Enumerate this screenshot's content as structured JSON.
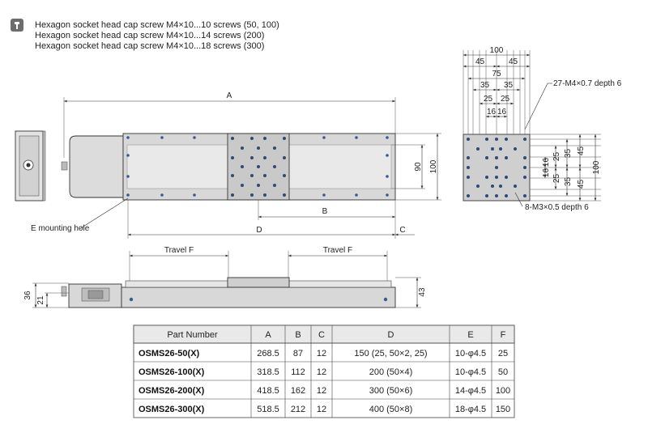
{
  "notes": {
    "icon": "screw-icon",
    "lines": [
      "Hexagon socket head cap screw M4×10...10 screws (50, 100)",
      "Hexagon socket head cap screw M4×10...14 screws (200)",
      "Hexagon socket head cap screw M4×10...18 screws (300)"
    ]
  },
  "top_view": {
    "A": "A",
    "B": "B",
    "D": "D",
    "C": "C",
    "dim_90": "90",
    "dim_100": "100",
    "e_label": "E mounting hole"
  },
  "side_view": {
    "travel_left": "Travel F",
    "travel_right": "Travel F",
    "dim_36": "36",
    "dim_21": "21",
    "dim_43": "43"
  },
  "stage_view": {
    "top": [
      "100",
      "45",
      "45",
      "75",
      "35",
      "35",
      "25",
      "25",
      "16",
      "16"
    ],
    "right": [
      "45",
      "35",
      "25",
      "16",
      "16",
      "25",
      "35",
      "45",
      "100"
    ],
    "tap_label": "27-M4×0.7 depth 6",
    "hole_label": "8-M3×0.5 depth 6"
  },
  "table": {
    "headers": [
      "Part Number",
      "A",
      "B",
      "C",
      "D",
      "E",
      "F"
    ],
    "rows": [
      [
        "OSMS26-50(X)",
        "268.5",
        "87",
        "12",
        "150 (25, 50×2, 25)",
        "10-φ4.5",
        "25"
      ],
      [
        "OSMS26-100(X)",
        "318.5",
        "112",
        "12",
        "200 (50×4)",
        "10-φ4.5",
        "50"
      ],
      [
        "OSMS26-200(X)",
        "418.5",
        "162",
        "12",
        "300 (50×6)",
        "14-φ4.5",
        "100"
      ],
      [
        "OSMS26-300(X)",
        "518.5",
        "212",
        "12",
        "400 (50×8)",
        "18-φ4.5",
        "150"
      ]
    ]
  }
}
